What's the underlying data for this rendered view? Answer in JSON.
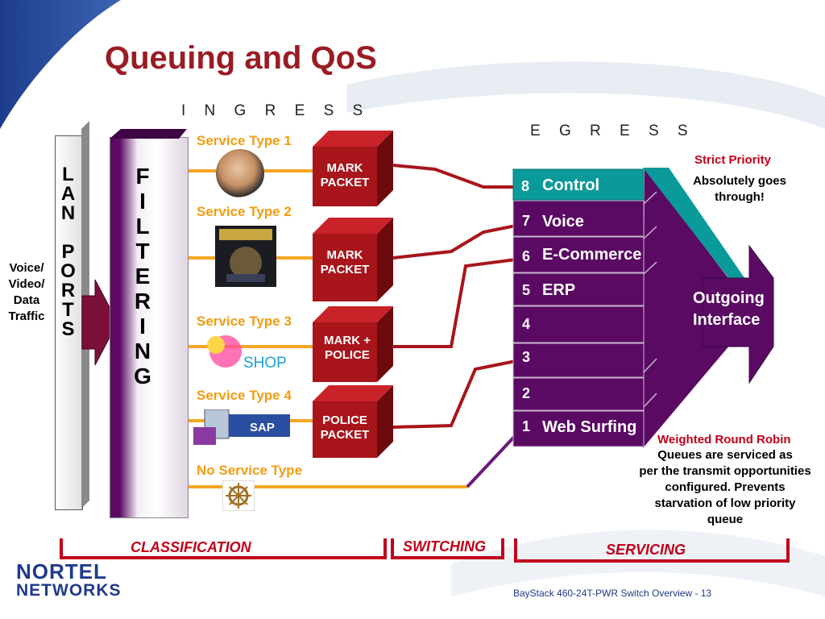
{
  "title": "Queuing and QoS",
  "ingress_label": "I N G R E S S",
  "egress_label": "E G R E S S",
  "lan_ports_letters": [
    "L",
    "A",
    "N",
    "",
    "P",
    "O",
    "R",
    "T",
    "S"
  ],
  "filtering_letters": [
    "F",
    "I",
    "L",
    "T",
    "E",
    "R",
    "I",
    "N",
    "G"
  ],
  "traffic_label": [
    "Voice/",
    "Video/",
    "Data",
    "Traffic"
  ],
  "services": [
    {
      "label": "Service Type 1",
      "action": [
        "MARK",
        "PACKET"
      ],
      "icon": "headset-agent-icon"
    },
    {
      "label": "Service Type 2",
      "action": [
        "MARK",
        "PACKET"
      ],
      "icon": "star-wars-dvd-icon"
    },
    {
      "label": "Service Type 3",
      "action": [
        "MARK +",
        "POLICE"
      ],
      "icon": "web-shop-icon"
    },
    {
      "label": "Service Type 4",
      "action": [
        "POLICE",
        "PACKET"
      ],
      "icon": "sap-icon"
    }
  ],
  "no_service_label": "No Service Type",
  "queues": [
    {
      "num": "8",
      "name": "Control"
    },
    {
      "num": "7",
      "name": "Voice"
    },
    {
      "num": "6",
      "name": "E-Commerce"
    },
    {
      "num": "5",
      "name": "ERP"
    },
    {
      "num": "4",
      "name": ""
    },
    {
      "num": "3",
      "name": ""
    },
    {
      "num": "2",
      "name": ""
    },
    {
      "num": "1",
      "name": "Web Surfing"
    }
  ],
  "outgoing_label": [
    "Outgoing",
    "Interface"
  ],
  "strict_priority": {
    "heading": "Strict Priority",
    "text": [
      "Absolutely goes",
      "through!"
    ]
  },
  "wrr": {
    "heading": "Weighted Round Robin",
    "text": [
      "Queues are serviced as",
      "per the transmit opportunities",
      "configured.  Prevents",
      "starvation of low priority",
      "queue"
    ]
  },
  "stages": {
    "classification": "CLASSIFICATION",
    "switching": "SWITCHING",
    "servicing": "SERVICING"
  },
  "logo": {
    "line1": "NORTEL",
    "line2": "NETWORKS"
  },
  "footer": "BayStack 460-24T-PWR Switch Overview - 13",
  "colors": {
    "title": "#9b1c24",
    "service_label": "#f39c12",
    "box_red": "#a8151b",
    "purple": "#5a0a63",
    "teal": "#0b9a9a",
    "stage_red": "#c0001b"
  }
}
